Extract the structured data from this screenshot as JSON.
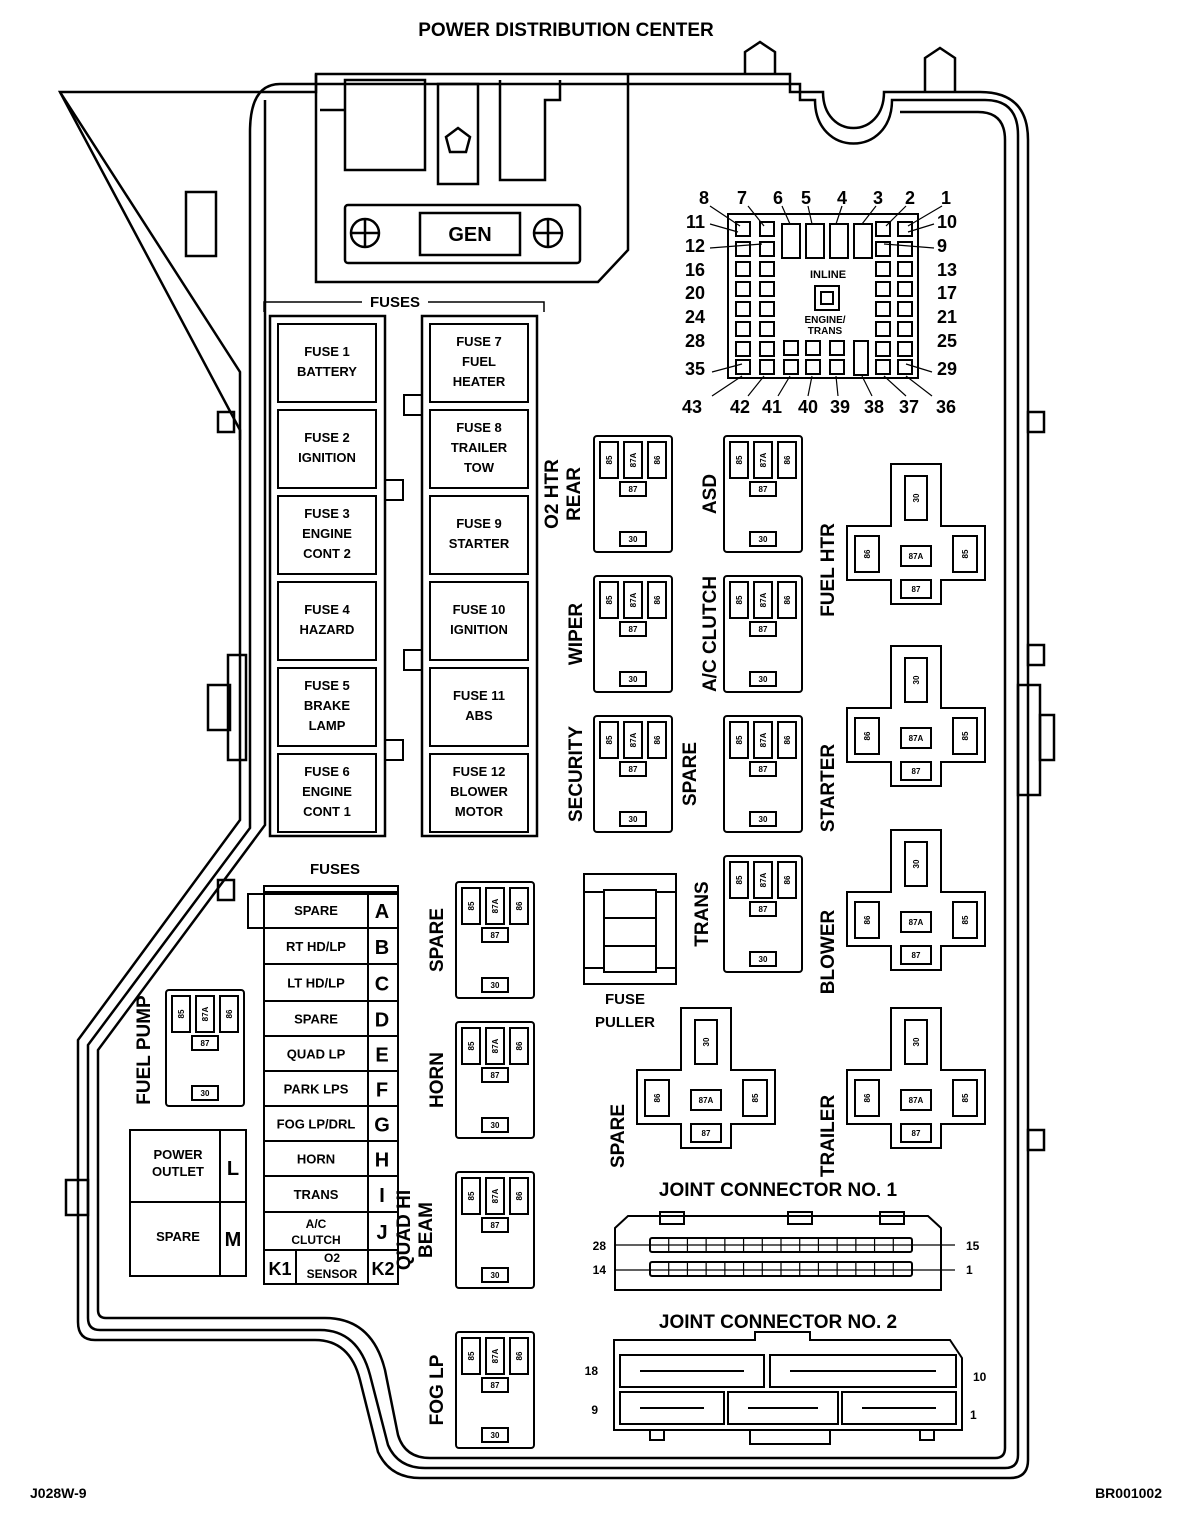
{
  "title": "POWER DISTRIBUTION CENTER",
  "footer_left": "J028W-9",
  "footer_right": "BR001002",
  "gen_label": "GEN",
  "fuses_label_top": "FUSES",
  "fuses_label_bottom": "FUSES",
  "fuse_puller_label": [
    "FUSE",
    "PULLER"
  ],
  "inline_label": "INLINE",
  "engine_trans_label": [
    "ENGINE/",
    "TRANS"
  ],
  "fuses_left": [
    [
      "FUSE 1",
      "BATTERY"
    ],
    [
      "FUSE 2",
      "IGNITION"
    ],
    [
      "FUSE 3",
      "ENGINE",
      "CONT 2"
    ],
    [
      "FUSE 4",
      "HAZARD"
    ],
    [
      "FUSE 5",
      "BRAKE",
      "LAMP"
    ],
    [
      "FUSE 6",
      "ENGINE",
      "CONT 1"
    ]
  ],
  "fuses_right": [
    [
      "FUSE 7",
      "FUEL",
      "HEATER"
    ],
    [
      "FUSE 8",
      "TRAILER",
      "TOW"
    ],
    [
      "FUSE 9",
      "STARTER"
    ],
    [
      "FUSE 10",
      "IGNITION"
    ],
    [
      "FUSE 11",
      "ABS"
    ],
    [
      "FUSE 12",
      "BLOWER",
      "MOTOR"
    ]
  ],
  "mini_fuses": [
    {
      "label": [
        "SPARE"
      ],
      "letter": "A"
    },
    {
      "label": [
        "RT HD/LP"
      ],
      "letter": "B"
    },
    {
      "label": [
        "LT HD/LP"
      ],
      "letter": "C"
    },
    {
      "label": [
        "SPARE"
      ],
      "letter": "D"
    },
    {
      "label": [
        "QUAD LP"
      ],
      "letter": "E"
    },
    {
      "label": [
        "PARK LPS"
      ],
      "letter": "F"
    },
    {
      "label": [
        "FOG LP/DRL"
      ],
      "letter": "G"
    },
    {
      "label": [
        "HORN"
      ],
      "letter": "H"
    },
    {
      "label": [
        "TRANS"
      ],
      "letter": "I"
    },
    {
      "label": [
        "A/C",
        "CLUTCH"
      ],
      "letter": "J"
    }
  ],
  "k_row": {
    "left": "K1",
    "label": [
      "O2",
      "SENSOR"
    ],
    "right": "K2"
  },
  "outlet_fuses": [
    {
      "label": [
        "POWER",
        "OUTLET"
      ],
      "letter": "L"
    },
    {
      "label": [
        "SPARE"
      ],
      "letter": "M"
    }
  ],
  "relay_pins": {
    "p85": "85",
    "p87a": "87A",
    "p86": "86",
    "p87": "87",
    "p30": "30"
  },
  "mini_relays": [
    {
      "name": [
        "O2 HTR",
        "REAR"
      ]
    },
    {
      "name": [
        "ASD"
      ]
    },
    {
      "name": [
        "WIPER"
      ]
    },
    {
      "name": [
        "A/C CLUTCH"
      ]
    },
    {
      "name": [
        "SECURITY"
      ]
    },
    {
      "name": [
        "SPARE"
      ]
    },
    {
      "name": [
        "TRANS"
      ]
    },
    {
      "name": [
        "SPARE"
      ]
    },
    {
      "name": [
        "HORN"
      ]
    },
    {
      "name": [
        "QUAD HI",
        "BEAM"
      ]
    },
    {
      "name": [
        "FOG LP"
      ]
    },
    {
      "name": [
        "FUEL PUMP"
      ]
    }
  ],
  "big_relays": [
    {
      "name": "FUEL HTR"
    },
    {
      "name": "STARTER"
    },
    {
      "name": "BLOWER"
    },
    {
      "name": "SPARE"
    },
    {
      "name": "TRAILER"
    }
  ],
  "inline_numbers": {
    "top": [
      "8",
      "7",
      "6",
      "5",
      "4",
      "3",
      "2",
      "1"
    ],
    "left": [
      "11",
      "12",
      "16",
      "20",
      "24",
      "28",
      "35"
    ],
    "right": [
      "10",
      "9",
      "13",
      "17",
      "21",
      "25",
      "29"
    ],
    "bottom": [
      "43",
      "42",
      "41",
      "40",
      "39",
      "38",
      "37",
      "36"
    ]
  },
  "joint_connector_1": {
    "title": "JOINT CONNECTOR NO. 1",
    "tl": "28",
    "tr": "15",
    "bl": "14",
    "br": "1"
  },
  "joint_connector_2": {
    "title": "JOINT CONNECTOR NO. 2",
    "tl": "18",
    "tr": "10",
    "bl": "9",
    "br": "1"
  }
}
